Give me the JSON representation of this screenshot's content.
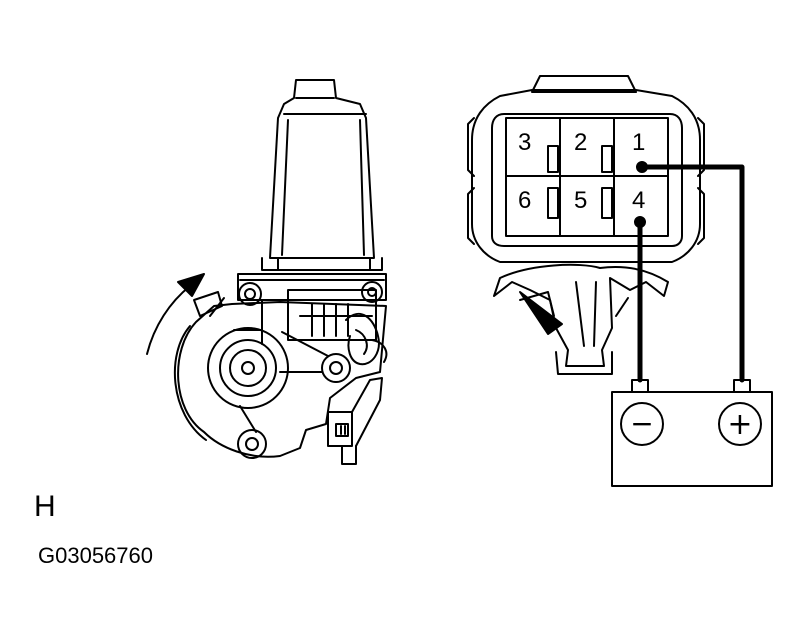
{
  "connector": {
    "pins": [
      {
        "label": "3"
      },
      {
        "label": "2"
      },
      {
        "label": "1"
      },
      {
        "label": "6"
      },
      {
        "label": "5"
      },
      {
        "label": "4"
      }
    ]
  },
  "battery": {
    "negative_symbol": "−",
    "positive_symbol": "+"
  },
  "figure_letter": "H",
  "figure_code": "G03056760"
}
